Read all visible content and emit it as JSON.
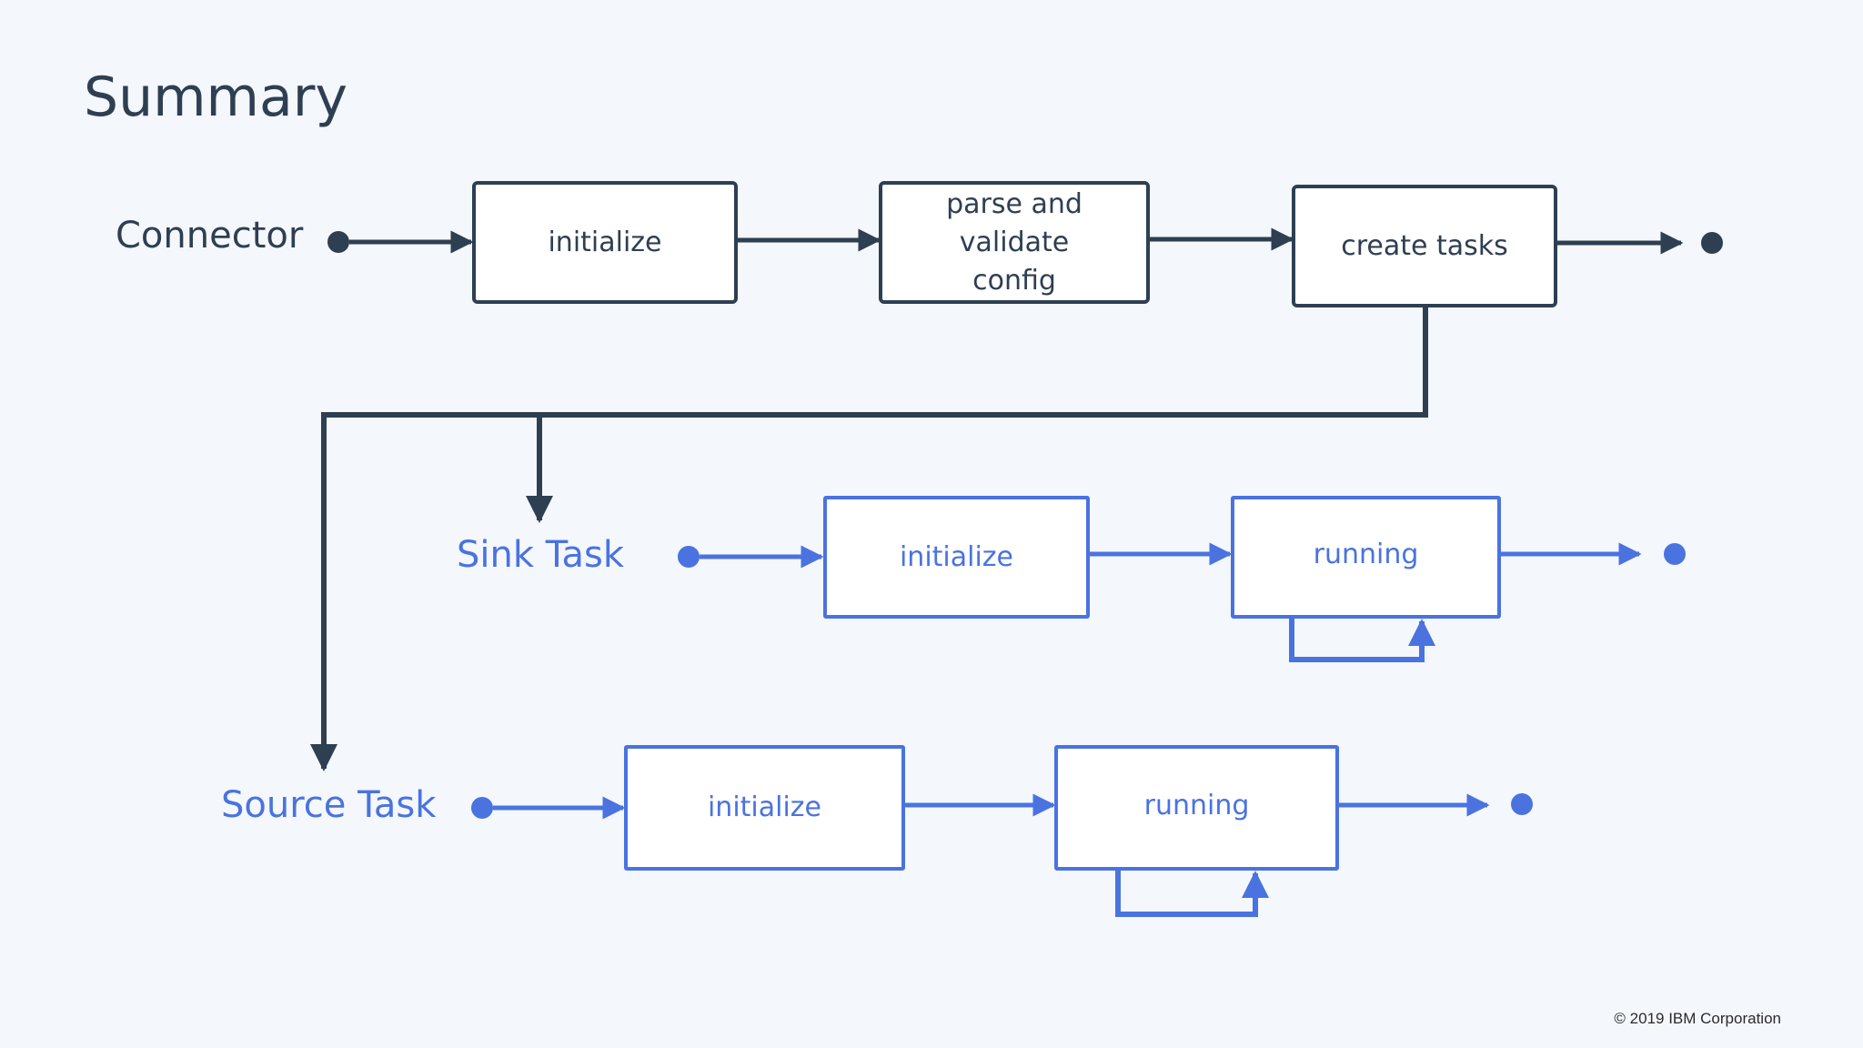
{
  "title": "Summary",
  "lanes": {
    "connector": {
      "label": "Connector",
      "steps": [
        "initialize",
        "parse and validate config",
        "create tasks"
      ]
    },
    "sink_task": {
      "label": "Sink Task",
      "steps": [
        "initialize",
        "running"
      ]
    },
    "source_task": {
      "label": "Source Task",
      "steps": [
        "initialize",
        "running"
      ]
    }
  },
  "colors": {
    "connector": "#2e3f52",
    "task": "#4a73e0",
    "background": "#f4f7fc"
  },
  "footer": {
    "copyright": "© 2019 IBM Corporation"
  }
}
